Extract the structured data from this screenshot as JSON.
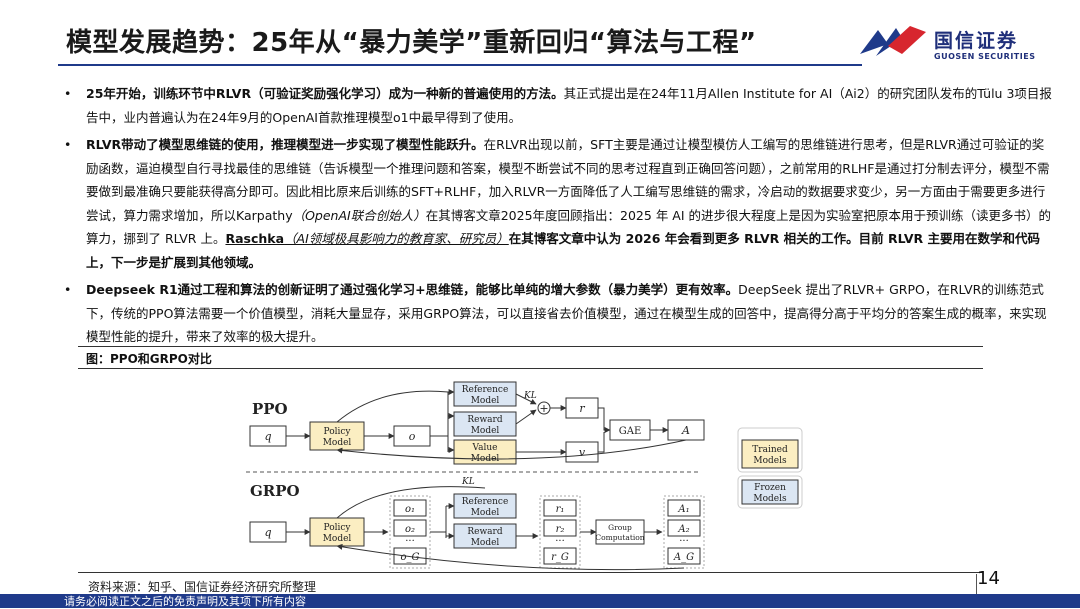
{
  "header": {
    "title": "模型发展趋势：25年从“暴力美学”重新回归“算法与工程”",
    "logo_cn": "国信证券",
    "logo_en": "GUOSEN SECURITIES"
  },
  "bullets": [
    {
      "bold": "25年开始，训练环节中RLVR（可验证奖励强化学习）成为一种新的普遍使用的方法。",
      "text": "其正式提出是在24年11月Allen Institute for AI（Ai2）的研究团队发布的Tülu 3项目报告中，业内普遍认为在24年9月的OpenAI首款推理模型o1中最早得到了使用。"
    },
    {
      "bold": "RLVR带动了模型思维链的使用，推理模型进一步实现了模型性能跃升。",
      "text1": "在RLVR出现以前，SFT主要是通过让模型模仿人工编写的思维链进行思考，但是RLVR通过可验证的奖励函数，逼迫模型自行寻找最佳的思维链（告诉模型一个推理问题和答案，模型不断尝试不同的思考过程直到正确回答问题），之前常用的RLHF是通过打分制去评分，模型不需要做到最准确只要能获得高分即可。因此相比原来后训练的SFT+RLHF，加入RLVR一方面降低了人工编写思维链的需求，冷启动的数据要求变少，另一方面由于需要更多进行尝试，算力需求增加，所以Karpathy",
      "karpathy_note": "（OpenAI联合创始人）",
      "text2": "在其博客文章2025年度回顾指出：2025 年 AI 的进步很大程度上是因为实验室把原本用于预训练（读更多书）的算力，挪到了 RLVR 上。",
      "raschka": "Raschka",
      "raschka_note": "（AI领域极具影响力的教育家、研究员）",
      "bold_end": "在其博客文章中认为 2026 年会看到更多 RLVR 相关的工作。目前 RLVR 主要用在数学和代码上，下一步是扩展到其他领域。"
    },
    {
      "bold": "Deepseek R1通过工程和算法的创新证明了通过强化学习+思维链，能够比单纯的增大参数（暴力美学）更有效率。",
      "text": "DeepSeek 提出了RLVR+ GRPO，在RLVR的训练范式下，传统的PPO算法需要一个价值模型，消耗大量显存，采用GRPO算法，可以直接省去价值模型，通过在模型生成的回答中，提高得分高于平均分的答案生成的概率，来实现模型性能的提升，带来了效率的极大提升。"
    }
  ],
  "figure": {
    "caption": "图：PPO和GRPO对比",
    "ppo_label": "PPO",
    "grpo_label": "GRPO",
    "q": "q",
    "o": "o",
    "policy_1": "Policy",
    "policy_2": "Model",
    "reference_1": "Reference",
    "reference_2": "Model",
    "reward_1": "Reward",
    "reward_2": "Model",
    "value_1": "Value",
    "value_2": "Model",
    "kl": "KL",
    "r": "r",
    "v": "v",
    "gae": "GAE",
    "a": "A",
    "outputs": [
      "o₁",
      "o₂",
      "o_G"
    ],
    "rewards": [
      "r₁",
      "r₂",
      "r_G"
    ],
    "advantages": [
      "A₁",
      "A₂",
      "A_G"
    ],
    "group_1": "Group",
    "group_2": "Computation",
    "legend_trained_1": "Trained",
    "legend_trained_2": "Models",
    "legend_frozen_1": "Frozen",
    "legend_frozen_2": "Models",
    "dots": "···",
    "colors": {
      "trained": "#fbeec2",
      "frozen": "#dbe6f3"
    }
  },
  "source": "资料来源：知乎、国信证券经济研究所整理",
  "page_number": "14",
  "footer": "请务必阅读正文之后的免责声明及其项下所有内容"
}
